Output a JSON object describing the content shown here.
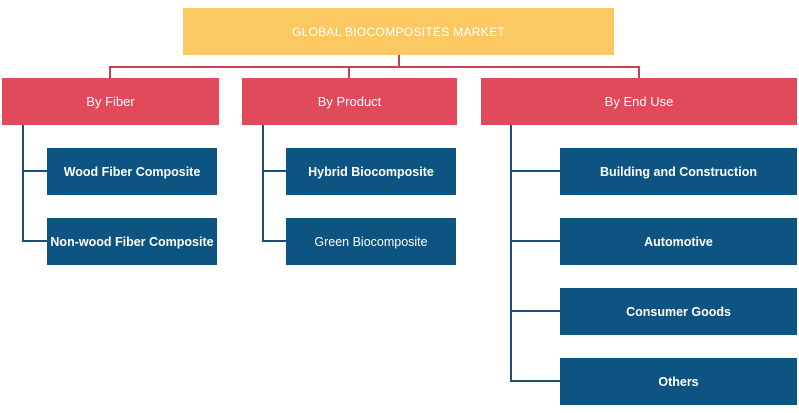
{
  "root": {
    "label": "GLOBAL BIOCOMPOSITES MARKET"
  },
  "categories": [
    {
      "label": "By Fiber",
      "items": [
        "Wood Fiber Composite",
        "Non-wood Fiber Composite"
      ]
    },
    {
      "label": "By Product",
      "items": [
        "Hybrid Biocomposite",
        "Green Biocomposite"
      ]
    },
    {
      "label": "By End Use",
      "items": [
        "Building and Construction",
        "Automotive",
        "Consumer Goods",
        "Others"
      ]
    }
  ],
  "colors": {
    "root_fill": "#fcc862",
    "category_fill": "#e04a5a",
    "connector_red": "#c94150",
    "item_fill": "#0d5482",
    "connector_blue": "#1c4f78"
  }
}
